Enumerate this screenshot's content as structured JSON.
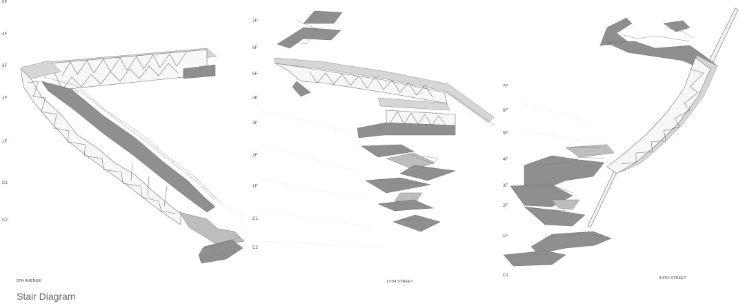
{
  "caption": "Stair Diagram",
  "drawings": [
    {
      "id": "fifth-avenue",
      "caption": "5TH AVENUE",
      "floor_labels": [
        "5F",
        "4F",
        "3F",
        "2F",
        "1F",
        "C1",
        "C2"
      ]
    },
    {
      "id": "thirteenth-street",
      "caption": "13TH STREET",
      "floor_labels": [
        "7F",
        "6F",
        "5F",
        "4F",
        "3F",
        "2F",
        "1F",
        "C1",
        "C2"
      ]
    },
    {
      "id": "fourteenth-street",
      "caption": "14TH STREET",
      "floor_labels": [
        "7F",
        "6F",
        "5F",
        "4F",
        "3F",
        "2F",
        "1F",
        "C1"
      ]
    }
  ]
}
